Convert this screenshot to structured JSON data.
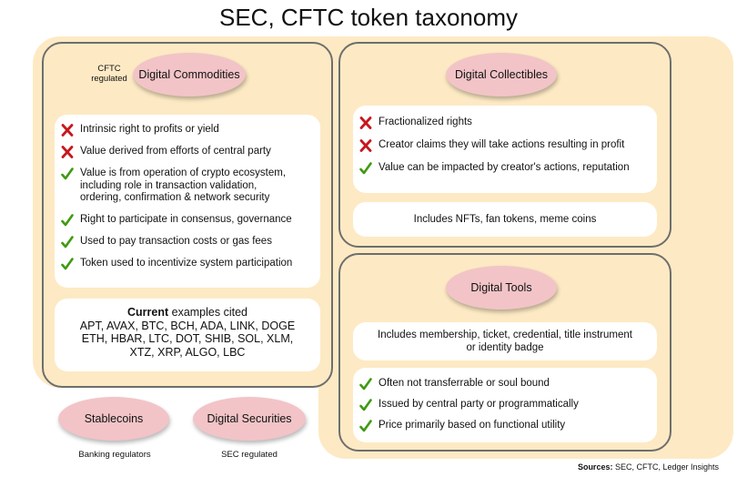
{
  "title": "SEC, CFTC token taxonomy",
  "colors": {
    "pill": "#f2c4c7",
    "background": "#fdeac4",
    "check": "#3f9a0f",
    "cross": "#c8161d"
  },
  "commodities": {
    "regulator_note": [
      "CFTC",
      "regulated"
    ],
    "label": "Digital Commodities",
    "criteria": [
      {
        "icon": "cross-icon",
        "text": "Intrinsic right to profits or yield"
      },
      {
        "icon": "cross-icon",
        "text": "Value derived from efforts of central party"
      },
      {
        "icon": "check-icon",
        "lines": [
          "Value is from operation of crypto ecosystem,",
          "including role in transaction validation,",
          "ordering, confirmation & network security"
        ]
      },
      {
        "icon": "check-icon",
        "text": "Right to participate in consensus, governance"
      },
      {
        "icon": "check-icon",
        "text": "Used to pay transaction costs or gas fees"
      },
      {
        "icon": "check-icon",
        "text": "Token used to incentivize system participation"
      }
    ],
    "examples_heading_bold": "Current",
    "examples_heading_rest": " examples cited",
    "examples_lines": [
      "APT, AVAX, BTC, BCH, ADA, LINK, DOGE",
      "ETH, HBAR, LTC, DOT, SHIB, SOL, XLM,",
      "XTZ, XRP, ALGO, LBC"
    ]
  },
  "collectibles": {
    "label": "Digital Collectibles",
    "criteria": [
      {
        "icon": "cross-icon",
        "text": "Fractionalized rights"
      },
      {
        "icon": "cross-icon",
        "text": "Creator claims they will take actions resulting in profit"
      },
      {
        "icon": "check-icon",
        "text": "Value can be impacted by creator's actions, reputation"
      }
    ],
    "includes": "Includes NFTs, fan tokens, meme coins"
  },
  "tools": {
    "label": "Digital Tools",
    "includes_lines": [
      "Includes  membership, ticket, credential, title instrument",
      "or identity badge"
    ],
    "criteria": [
      {
        "icon": "check-icon",
        "text": "Often not transferrable or soul bound"
      },
      {
        "icon": "check-icon",
        "text": "Issued by central party or programmatically"
      },
      {
        "icon": "check-icon",
        "text": "Price primarily based on functional utility"
      }
    ]
  },
  "stablecoins": {
    "label": "Stablecoins",
    "note": "Banking regulators"
  },
  "securities": {
    "label": "Digital Securities",
    "note": "SEC regulated"
  },
  "sources": {
    "bold": "Sources:",
    "rest": " SEC, CFTC, Ledger Insights"
  }
}
